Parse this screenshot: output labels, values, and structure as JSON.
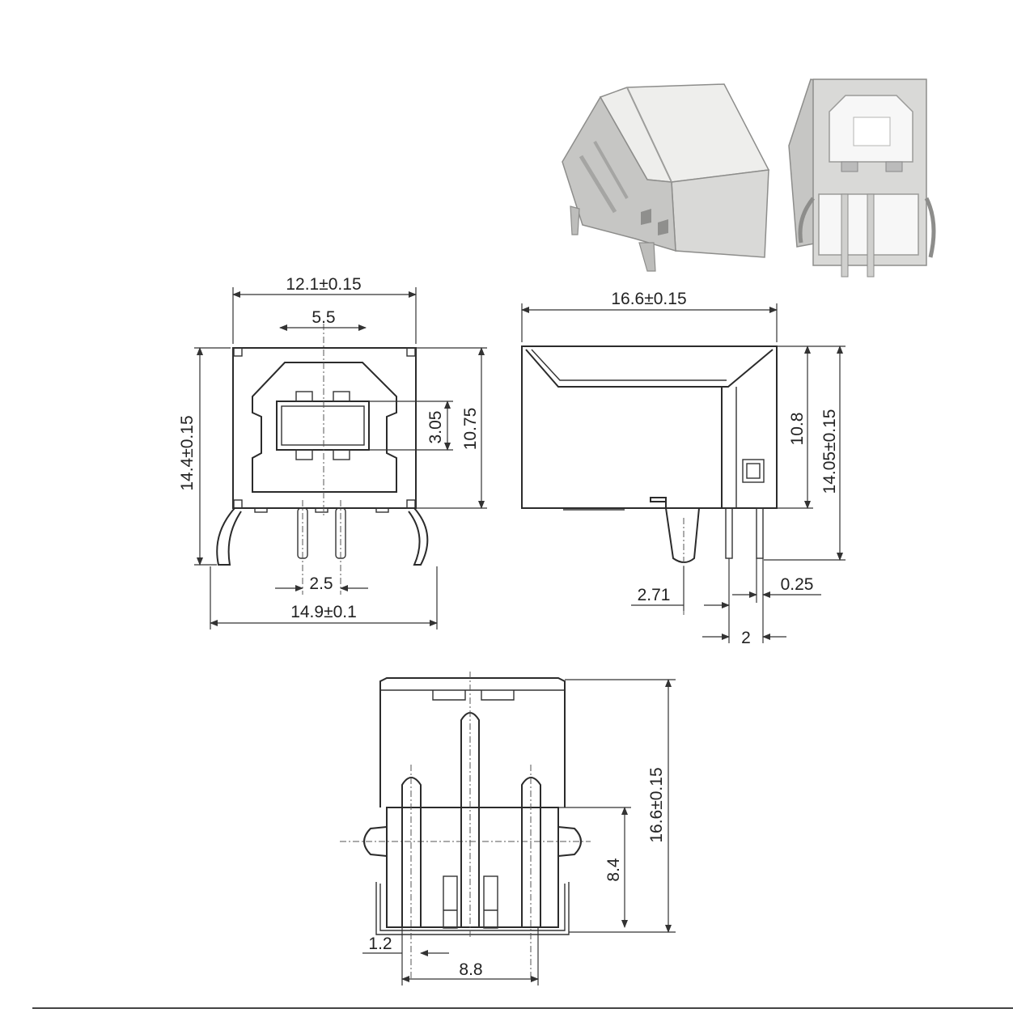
{
  "colors": {
    "line": "#2b2b2b",
    "background": "#ffffff",
    "metal_light": "#eeeeec",
    "metal_dark": "#c6c6c4"
  },
  "front_view": {
    "width_top": "12.1±0.15",
    "window_width": "5.5",
    "height": "14.4±0.15",
    "window_height": "3.05",
    "body_height": "10.75",
    "pin_pitch": "2.5",
    "width_total": "14.9±0.1"
  },
  "side_view": {
    "length": "16.6±0.15",
    "body_height": "10.8",
    "total_height": "14.05±0.15",
    "peg_offset": "2.71",
    "pin_thickness": "0.25",
    "pin_spacing": "2"
  },
  "bottom_view": {
    "length": "16.6±0.15",
    "peg_position": "8.4",
    "wall_offset": "1.2",
    "peg_spacing": "8.8"
  }
}
